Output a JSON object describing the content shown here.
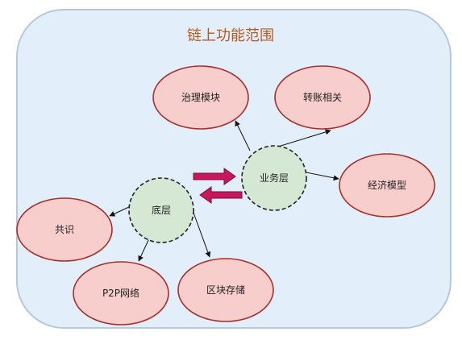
{
  "diagram": {
    "title": "链上功能范围",
    "colors": {
      "title": "#b45a1e",
      "container_fill": "#e3eefb",
      "container_stroke": "#b7c9d9",
      "node_fill": "#f8cecc",
      "node_stroke": "#a2302c",
      "hub_fill": "#d5e8d4",
      "hub_stroke": "#222222",
      "arrow": "#111111",
      "big_arrow_fill": "#c8185d",
      "big_arrow_stroke": "#7a0d37"
    },
    "hubs": {
      "business": "业务层",
      "base": "底层"
    },
    "nodes": {
      "governance": "治理模块",
      "transfer": "转账相关",
      "economy": "经济模型",
      "consensus": "共识",
      "p2p": "P2P网络",
      "storage": "区块存储"
    }
  }
}
